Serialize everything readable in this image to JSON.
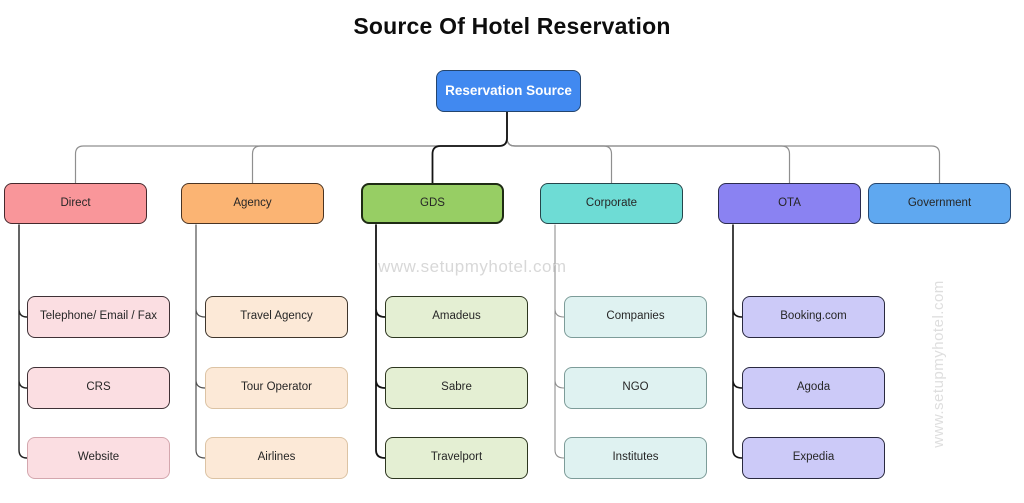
{
  "title": "Source Of Hotel Reservation",
  "watermark": {
    "center": "www.setupmyhotel.com",
    "side": "www.setupmyhotel.com"
  },
  "root": {
    "label": "Reservation Source",
    "fill": "#4189f0",
    "border": "#24456e",
    "text_color": "#ffffff"
  },
  "categories": [
    {
      "label": "Direct",
      "fill": "#f9969a",
      "border": "#45282c",
      "child_fill": "#fbdee2",
      "child_border_strong": "#3f3136",
      "child_border_light": "#d4a7ae",
      "children": [
        {
          "label": "Telephone/ Email / Fax",
          "border": "strong"
        },
        {
          "label": "CRS",
          "border": "strong"
        },
        {
          "label": "Website",
          "border": "light"
        }
      ]
    },
    {
      "label": "Agency",
      "fill": "#fbb473",
      "border": "#4a3423",
      "child_fill": "#fce9d7",
      "child_border_strong": "#3f362c",
      "child_border_light": "#dcc3a4",
      "children": [
        {
          "label": "Travel Agency",
          "border": "strong"
        },
        {
          "label": "Tour Operator",
          "border": "light"
        },
        {
          "label": "Airlines",
          "border": "light"
        }
      ]
    },
    {
      "label": "GDS",
      "fill": "#97ce64",
      "border": "#1e2b14",
      "child_fill": "#e4efd3",
      "child_border_strong": "#2d361f",
      "child_border_light": "#aebf93",
      "children": [
        {
          "label": "Amadeus",
          "border": "strong"
        },
        {
          "label": "Sabre",
          "border": "strong"
        },
        {
          "label": "Travelport",
          "border": "strong"
        }
      ]
    },
    {
      "label": "Corporate",
      "fill": "#6edcd5",
      "border": "#25454a",
      "child_fill": "#dff2f1",
      "child_border_strong": "#4a6b68",
      "child_border_light": "#7d9c99",
      "children": [
        {
          "label": "Companies",
          "border": "light"
        },
        {
          "label": "NGO",
          "border": "light"
        },
        {
          "label": "Institutes",
          "border": "light"
        }
      ]
    },
    {
      "label": "OTA",
      "fill": "#8a82f2",
      "border": "#2b2b4e",
      "child_fill": "#cccaf8",
      "child_border_strong": "#29293f",
      "child_border_light": "#9b99d0",
      "children": [
        {
          "label": "Booking.com",
          "border": "strong"
        },
        {
          "label": "Agoda",
          "border": "strong"
        },
        {
          "label": "Expedia",
          "border": "strong"
        }
      ]
    },
    {
      "label": "Government",
      "fill": "#5fa8f0",
      "border": "#24456e",
      "children": []
    }
  ]
}
